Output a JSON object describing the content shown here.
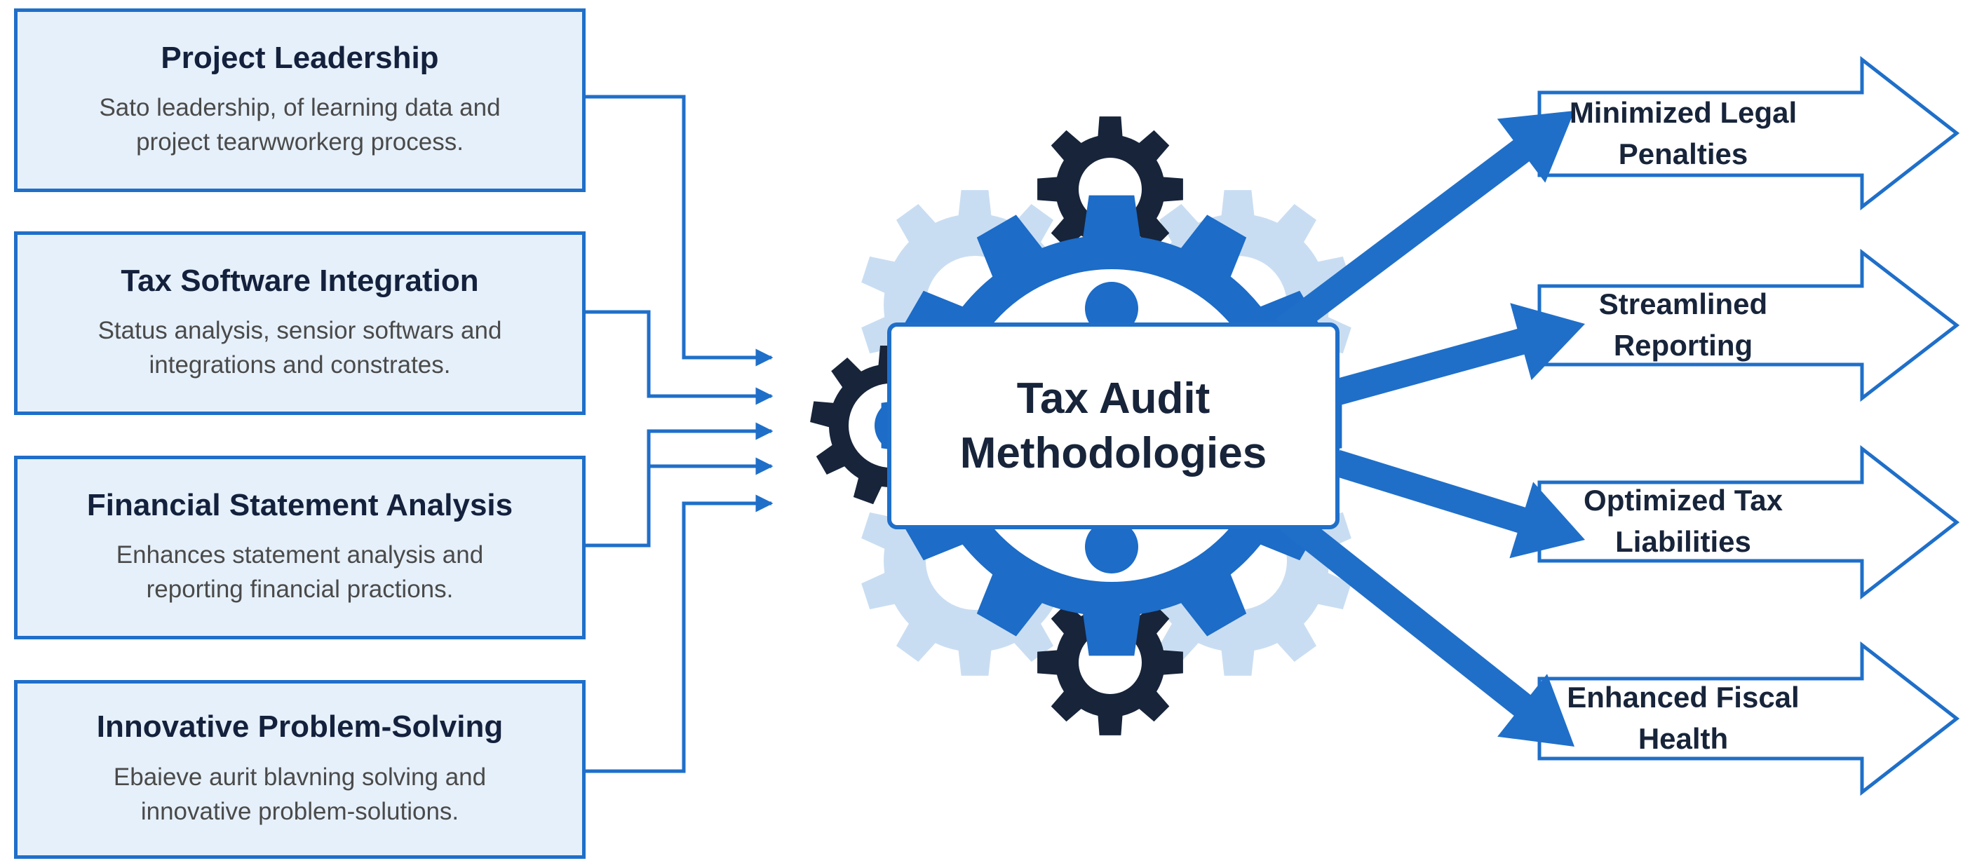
{
  "inputs": [
    {
      "title": "Project Leadership",
      "description": "Sato leadership, of learning data and project tearwworkerg process."
    },
    {
      "title": "Tax Software Integration",
      "description": "Status analysis, sensior softwars and integrations and constrates."
    },
    {
      "title": "Financial Statement Analysis",
      "description": "Enhances statement analysis and reporting financial practions."
    },
    {
      "title": "Innovative Problem-Solving",
      "description": "Ebaieve aurit blavning solving and innovative problem-solutions."
    }
  ],
  "center": {
    "title": "Tax Audit Methodologies"
  },
  "outcomes": [
    {
      "label": "Minimized Legal Penalties"
    },
    {
      "label": "Streamlined Reporting"
    },
    {
      "label": "Optimized Tax Liabilities"
    },
    {
      "label": "Enhanced Fiscal Health"
    }
  ],
  "colors": {
    "primary_blue": "#1f6fc9",
    "light_blue": "#c9ddf2",
    "box_fill": "#e6f0fa",
    "dark_navy": "#17243a",
    "gear_blue": "#1c6cc8"
  }
}
